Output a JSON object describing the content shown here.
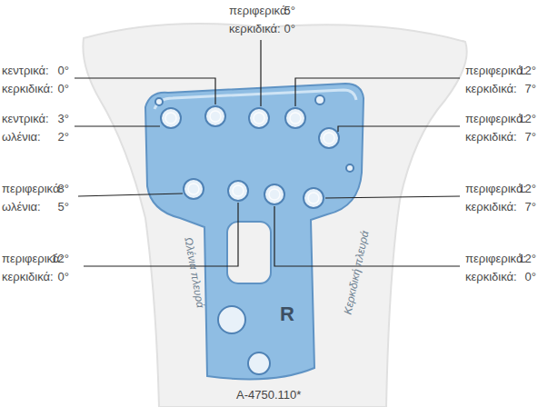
{
  "diagram": {
    "caption": "A-4750.110*",
    "labels": [
      "περιφερικά:",
      "5°",
      "κερκιδικά:",
      "0°",
      "κεντρικά:",
      "0°",
      "κερκιδικά:",
      "0°",
      "κεντρικά:",
      "3°",
      "ωλένια:",
      "2°",
      "περιφερικά:",
      "8°",
      "ωλένια:",
      "5°",
      "περιφερικά:",
      "12°",
      "κερκιδικά:",
      "0°",
      "περιφερικά:",
      "12°",
      "κερκιδικά:",
      "7°",
      "περιφερικά:",
      "12°",
      "κερκιδικά:",
      "7°",
      "περιφερικά:",
      "12°",
      "κερκιδικά:",
      "7°",
      "περιφερικά:",
      "12°",
      "κερκιδικά:",
      "0°",
      "Ωλένια πλευρά",
      "R",
      "Κερκιδική πλευρά"
    ]
  }
}
